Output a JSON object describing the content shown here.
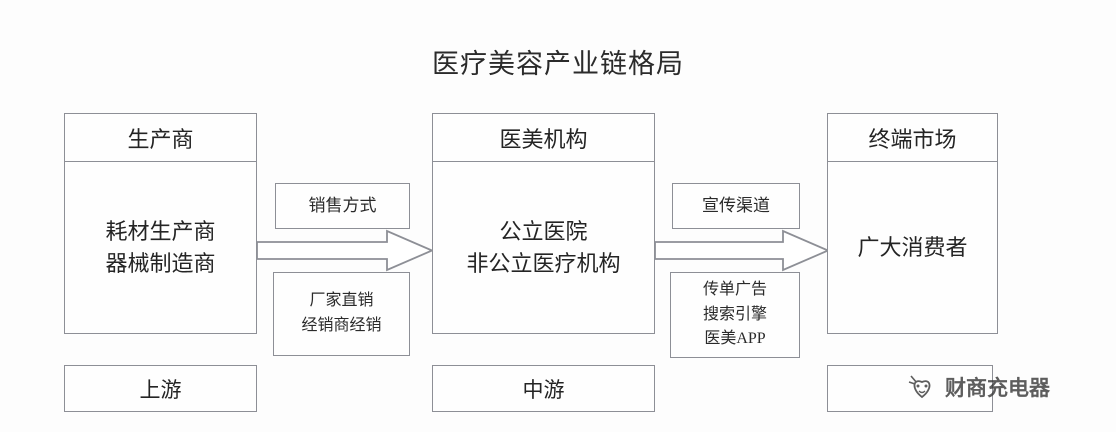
{
  "title": "医疗美容产业链格局",
  "stages": [
    {
      "key": "upstream",
      "header": "生产商",
      "body_lines": [
        "耗材生产商",
        "器械制造商"
      ]
    },
    {
      "key": "midstream",
      "header": "医美机构",
      "body_lines": [
        "公立医院",
        "非公立医疗机构"
      ]
    },
    {
      "key": "downstream",
      "header": "终端市场",
      "body_lines": [
        "广大消费者"
      ]
    }
  ],
  "connectors": [
    {
      "key": "sales",
      "top_label": "销售方式",
      "detail_lines": [
        "厂家直销",
        "经销商经销"
      ]
    },
    {
      "key": "promotion",
      "top_label": "宣传渠道",
      "detail_lines": [
        "传单广告",
        "搜索引擎",
        "医美APP"
      ]
    }
  ],
  "tiers": [
    {
      "key": "upper",
      "label": "上游"
    },
    {
      "key": "middle",
      "label": "中游"
    },
    {
      "key": "lower",
      "label": ""
    }
  ],
  "watermark": {
    "text": "财商充电器",
    "logo_icon": "heart-face-logo-icon"
  },
  "colors": {
    "stroke": "#8d8f96",
    "text": "#242424",
    "background": "#fdfdfd"
  }
}
